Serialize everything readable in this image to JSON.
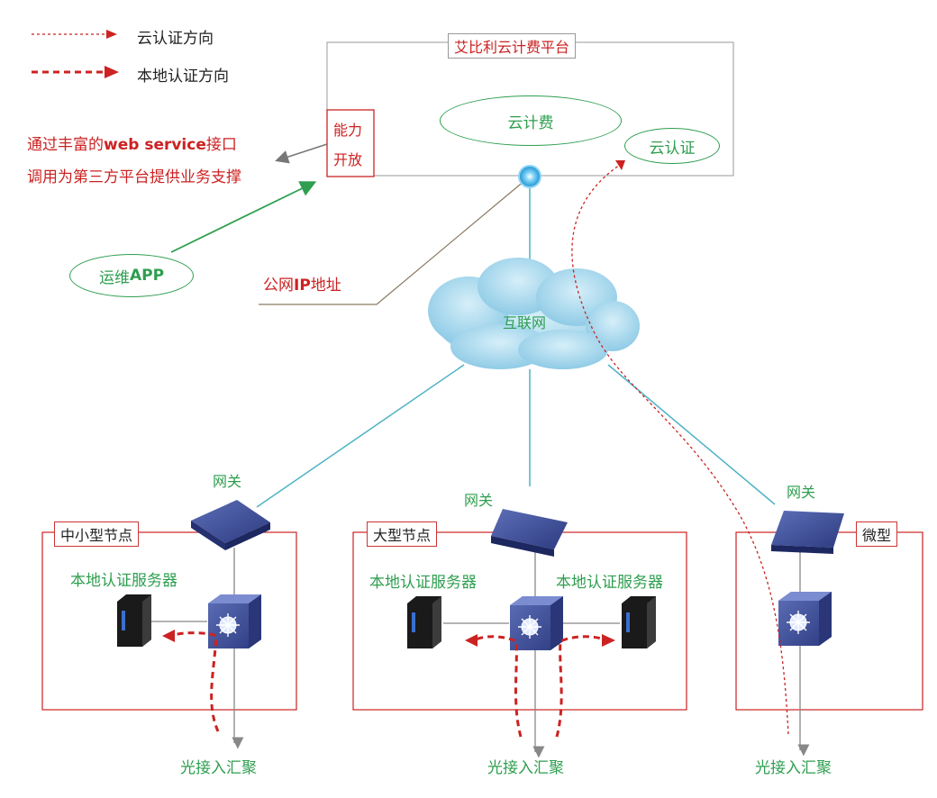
{
  "legend": {
    "cloud_auth": "云认证方向",
    "local_auth": "本地认证方向"
  },
  "platform": {
    "title": "艾比利云计费平台",
    "cloud_billing": "云计费",
    "cloud_auth": "云认证",
    "capability_line1": "能力",
    "capability_line2": "开放"
  },
  "api_note": {
    "line1_prefix": "通过丰富的",
    "line1_bold": "web service",
    "line1_suffix": "接口",
    "line2": "调用为第三方平台提供业务支撑"
  },
  "ops_app": {
    "prefix": "运维",
    "bold": "APP"
  },
  "public_ip": {
    "prefix": "公网",
    "bold": "IP",
    "suffix": "地址"
  },
  "internet": "互联网",
  "nodes": {
    "small": {
      "title": "中小型节点",
      "gateway": "网关",
      "server_label": "本地认证服务器",
      "uplink": "光接入汇聚"
    },
    "large": {
      "title": "大型节点",
      "gateway": "网关",
      "server_label_left": "本地认证服务器",
      "server_label_right": "本地认证服务器",
      "uplink": "光接入汇聚"
    },
    "micro": {
      "title": "微型",
      "gateway": "网关",
      "uplink": "光接入汇聚"
    }
  },
  "colors": {
    "accent_green": "#2e9e4f",
    "accent_red": "#cc2222",
    "cloud_blue": "#9fd4ec",
    "link_teal": "#4fb3c4",
    "device_blue": "#3b4f9a"
  }
}
